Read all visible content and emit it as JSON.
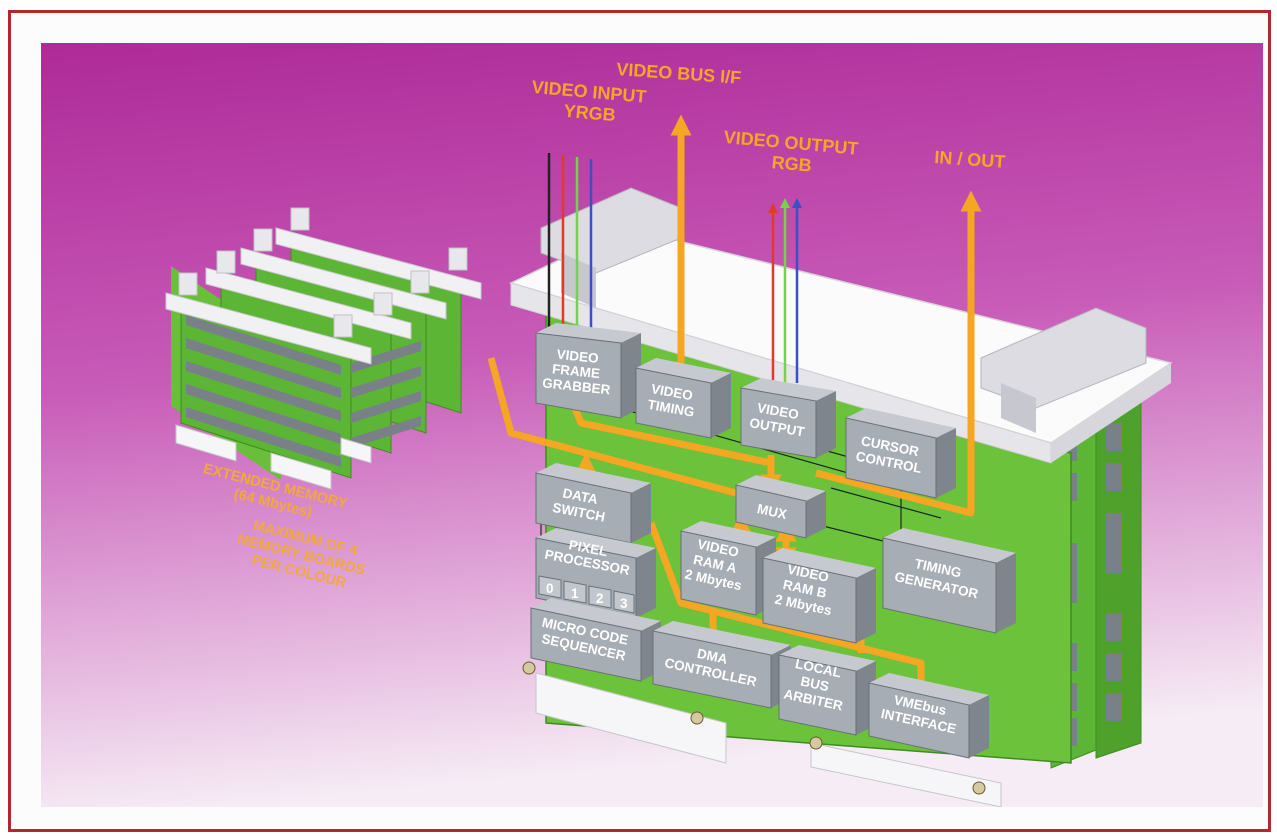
{
  "labels": {
    "video_bus": "VIDEO BUS I/F",
    "video_input": [
      "VIDEO INPUT",
      "YRGB"
    ],
    "video_output": [
      "VIDEO OUTPUT",
      "RGB"
    ],
    "in_out": "IN / OUT"
  },
  "memory": {
    "line1": "EXTENDED MEMORY",
    "line2": "(64 Mbytes)",
    "line3": "MAXIMUM OF 4",
    "line4": "MEMORY BOARDS",
    "line5": "PER COLOUR"
  },
  "blocks": {
    "frame_grabber": [
      "VIDEO",
      "FRAME",
      "GRABBER"
    ],
    "video_timing": [
      "VIDEO",
      "TIMING"
    ],
    "video_output": [
      "VIDEO",
      "OUTPUT"
    ],
    "cursor_control": [
      "CURSOR",
      "CONTROL"
    ],
    "data_switch": [
      "DATA",
      "SWITCH"
    ],
    "mux": "MUX",
    "pixel_processor": [
      "PIXEL",
      "PROCESSOR"
    ],
    "pixel_cells": [
      "0",
      "1",
      "2",
      "3"
    ],
    "vram_a": [
      "VIDEO",
      "RAM A",
      "2 Mbytes"
    ],
    "vram_b": [
      "VIDEO",
      "RAM B",
      "2 Mbytes"
    ],
    "timing_generator": [
      "TIMING",
      "GENERATOR"
    ],
    "microcode": [
      "MICRO CODE",
      "SEQUENCER"
    ],
    "dma": [
      "DMA",
      "CONTROLLER"
    ],
    "bus_arbiter": [
      "LOCAL",
      "BUS",
      "ARBITER"
    ],
    "vmebus": [
      "VMEbus",
      "INTERFACE"
    ]
  },
  "colors": {
    "background_top": "#b02c9a",
    "background_bottom": "#f4e8f4",
    "board": "#6cc23a",
    "block": "#a8aeb6",
    "arrow": "#f5a623",
    "frame": "#b2282d"
  }
}
